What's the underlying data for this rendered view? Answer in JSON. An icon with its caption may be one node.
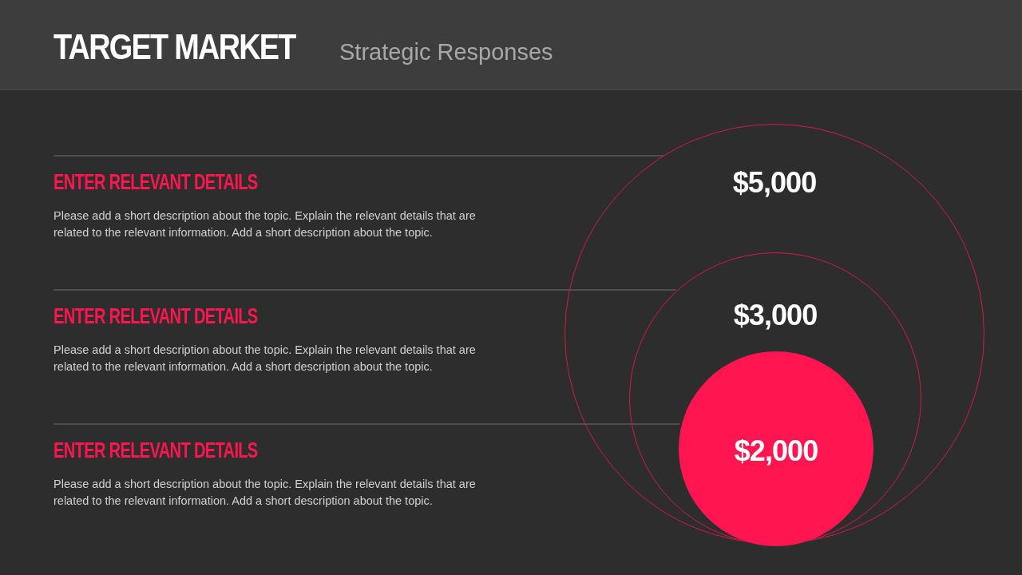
{
  "diagram": {
    "title": "TARGET MARKET",
    "caption": "Strategic Responses",
    "nodes": [
      {
        "text": [
          "ENTER RELEVANT DETAILS",
          "Please add a short description about the topic. Explain the relevant details that are related to the relevant information. Add a short description about the topic."
        ]
      },
      {
        "text": [
          "ENTER RELEVANT DETAILS",
          "Please add a short description about the topic. Explain the relevant details that are related to the relevant information. Add a short description about the topic."
        ]
      },
      {
        "text": [
          "ENTER RELEVANT DETAILS",
          "Please add a short description about the topic. Explain the relevant details that are related to the relevant information. Add a short description about the topic."
        ]
      },
      {
        "text": [
          "$5,000"
        ]
      },
      {
        "text": [
          "$3,000"
        ],
        "in": 3
      },
      {
        "text": [
          "$2,000"
        ],
        "in": 4
      }
    ],
    "edges": [
      {
        "from": 0,
        "to": 3,
        "arrow": "none"
      },
      {
        "from": 1,
        "to": 4,
        "arrow": "none"
      },
      {
        "from": 2,
        "to": 5,
        "arrow": "none"
      }
    ]
  }
}
